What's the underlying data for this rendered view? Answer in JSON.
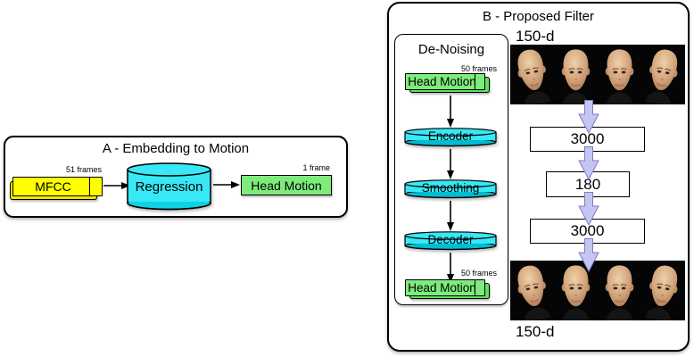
{
  "panel_a": {
    "title": "A - Embedding to Motion",
    "mfcc": {
      "label": "MFCC",
      "frames": "51 frames"
    },
    "regression_label": "Regression",
    "head_motion": {
      "label": "Head Motion",
      "frames": "1 frame"
    }
  },
  "panel_b": {
    "title": "B - Proposed Filter",
    "denoising": {
      "title": "De-Noising",
      "input": {
        "label": "Head Motion",
        "frames": "50 frames"
      },
      "encoder_label": "Encoder",
      "smoothing_label": "Smoothing",
      "decoder_label": "Decoder",
      "output": {
        "label": "Head Motion",
        "frames": "50 frames"
      }
    },
    "pipeline": {
      "top_dim": "150-d",
      "layers": [
        "3000",
        "180",
        "3000"
      ],
      "bottom_dim": "150-d"
    }
  },
  "icons": {
    "right_arrow": "arrow-right-icon",
    "down_arrow": "arrow-down-icon",
    "block_arrow": "block-arrow-down-icon"
  },
  "colors": {
    "mfcc_yellow": "#FFFF00",
    "cylinder_cyan": "#38E8F4",
    "cylinder_cyan_dark": "#00BCD0",
    "head_motion_green": "#7DEC7D",
    "head_motion_green_dark": "#5FE35F",
    "block_arrow_purple": "#C5C5F2",
    "border_black": "#000000",
    "face_skin": "#D3A57C",
    "face_background": "#050505"
  }
}
